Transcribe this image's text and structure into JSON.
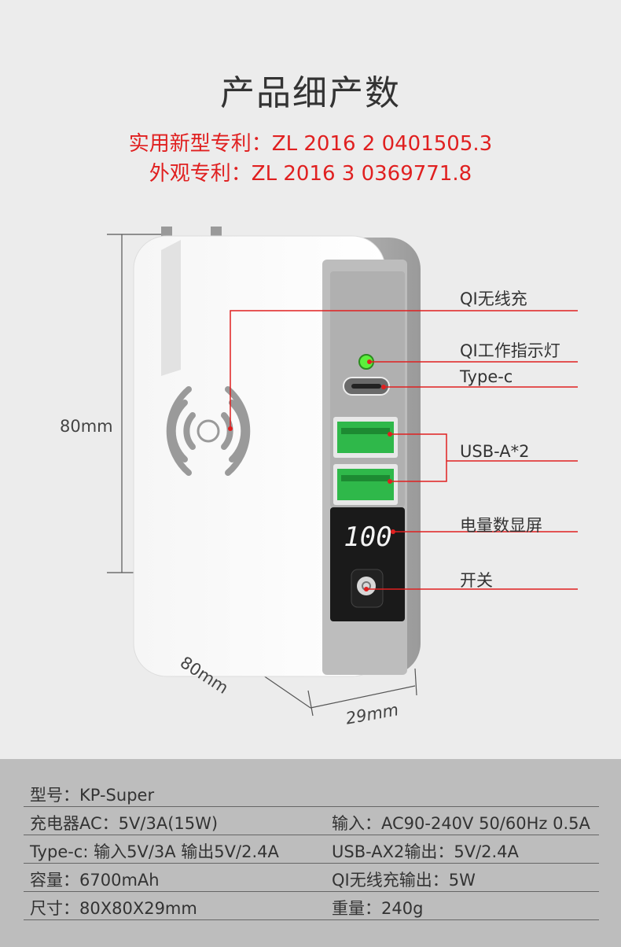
{
  "title": "产品细产数",
  "patents": {
    "utility": "实用新型专利：ZL 2016 2 0401505.3",
    "design": "外观专利：ZL 2016 3 0369771.8"
  },
  "callouts": {
    "qi_charge": "QI无线充",
    "qi_indicator": "QI工作指示灯",
    "type_c": "Type-c",
    "usb_a": "USB-A*2",
    "display": "电量数显屏",
    "switch": "开关"
  },
  "display_value": "100",
  "dimensions": {
    "height": "80mm",
    "width": "80mm",
    "depth": "29mm"
  },
  "specs": [
    {
      "left": "型号：KP-Super",
      "right": ""
    },
    {
      "left": "充电器AC：5V/3A(15W)",
      "right": "输入：AC90-240V 50/60Hz 0.5A"
    },
    {
      "left": "Type-c: 输入5V/3A  输出5V/2.4A",
      "right": "USB-AX2输出：5V/2.4A"
    },
    {
      "left": "容量：6700mAh",
      "right": "QI无线充输出：5W"
    },
    {
      "left": "尺寸：80X80X29mm",
      "right": "重量：240g"
    }
  ],
  "colors": {
    "accent_red": "#e02020",
    "usb_green": "#2fb84a",
    "led_green": "#5cf03c"
  }
}
